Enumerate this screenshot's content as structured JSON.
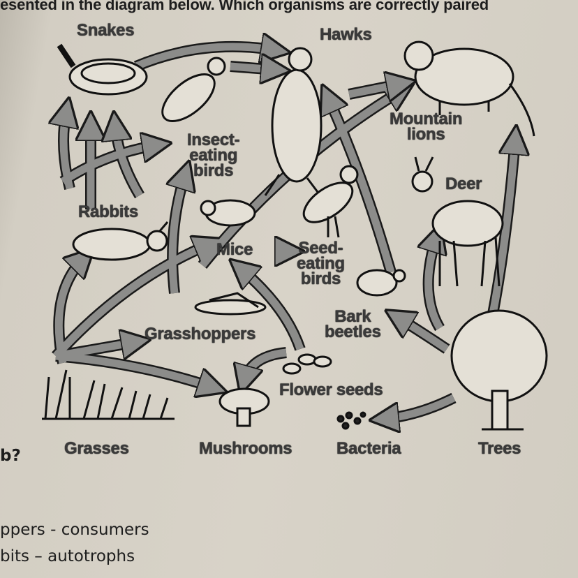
{
  "question": {
    "top_line": "esented in the diagram below. Which organisms are correctly paired",
    "end_line": "b?",
    "option_a": "ppers - consumers",
    "option_b": "bits – autotrophs"
  },
  "organisms": {
    "snakes": "Snakes",
    "hawks": "Hawks",
    "mountain_lions_1": "Mountain",
    "mountain_lions_2": "lions",
    "insect_birds_1": "Insect-",
    "insect_birds_2": "eating",
    "insect_birds_3": "birds",
    "deer": "Deer",
    "rabbits": "Rabbits",
    "mice": "Mice",
    "seed_birds_1": "Seed-",
    "seed_birds_2": "eating",
    "seed_birds_3": "birds",
    "bark_beetles_1": "Bark",
    "bark_beetles_2": "beetles",
    "grasshoppers": "Grasshoppers",
    "flower_seeds": "Flower seeds",
    "grasses": "Grasses",
    "mushrooms": "Mushrooms",
    "bacteria": "Bacteria",
    "trees": "Trees"
  },
  "colors": {
    "arrow": "#8c8c8a",
    "outline": "#1a1a1a",
    "paper": "#d6d1c6"
  }
}
